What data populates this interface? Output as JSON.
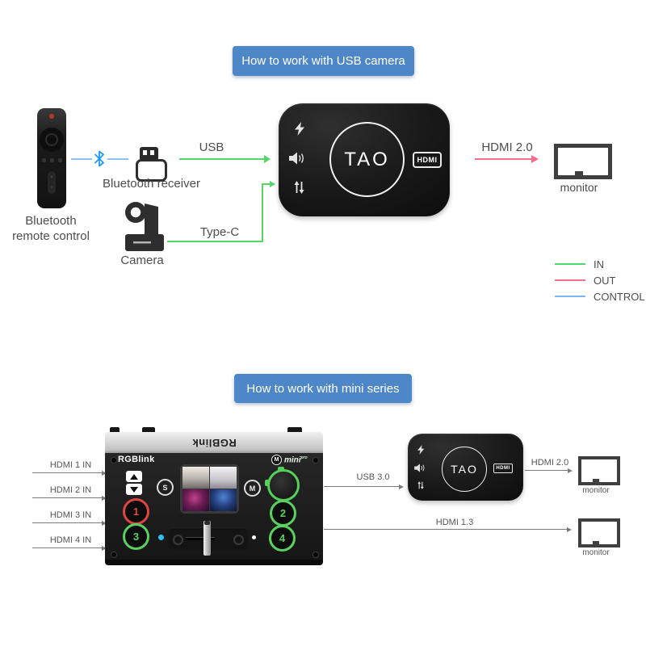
{
  "colors": {
    "in_green": "#52d769",
    "out_pink": "#f76d8f",
    "control_blue": "#7ab8f5",
    "bluetooth_blue": "#1e9bf0",
    "button_blue": "#4d87c7",
    "gray_arrow": "#7a7a7a"
  },
  "usb_section": {
    "title": "How to work with USB camera",
    "remote": {
      "label_line1": "Bluetooth",
      "label_line2": "remote control"
    },
    "receiver": {
      "label": "Bluetooth receiver"
    },
    "camera": {
      "label": "Camera"
    },
    "links": {
      "usb": "USB",
      "typec": "Type-C",
      "hdmi_out": "HDMI 2.0"
    },
    "tao": {
      "logo": "TAO",
      "badge": "HDMI"
    },
    "monitor": {
      "label": "monitor"
    },
    "legend": [
      {
        "label": "IN",
        "color": "#52d769"
      },
      {
        "label": "OUT",
        "color": "#f76d8f"
      },
      {
        "label": "CONTROL",
        "color": "#7ab8f5"
      }
    ]
  },
  "mini_section": {
    "title": "How to work with mini series",
    "inputs": [
      {
        "label": "HDMI 1 IN"
      },
      {
        "label": "HDMI 2 IN"
      },
      {
        "label": "HDMI 3 IN"
      },
      {
        "label": "HDMI 4 IN"
      }
    ],
    "mini": {
      "top_logo": "RGBlink",
      "front_logo": "RGBlink",
      "logo_m": "M",
      "model": "mini",
      "model_suffix": "pro",
      "btn_s": "S",
      "btn_m": "M",
      "btn1": "1",
      "btn2": "2",
      "btn3": "3",
      "btn4": "4"
    },
    "links": {
      "usb": "USB 3.0",
      "hdmi_top": "HDMI 2.0",
      "hdmi_bottom": "HDMI 1.3"
    },
    "tao": {
      "logo": "TAO",
      "badge": "HDMI"
    },
    "monitor_top": {
      "label": "monitor"
    },
    "monitor_bottom": {
      "label": "monitor"
    }
  }
}
